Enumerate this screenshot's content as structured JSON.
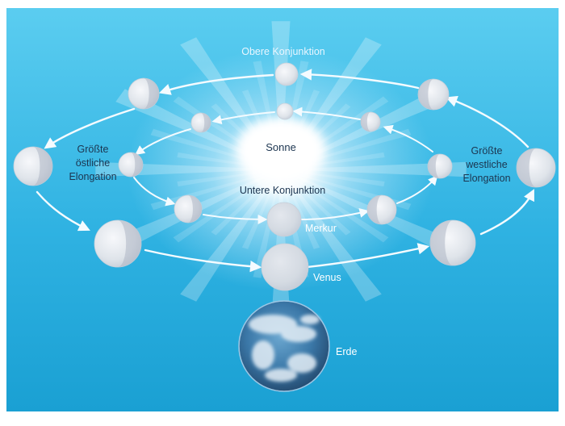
{
  "labels": {
    "obere_konjunktion": "Obere Konjunktion",
    "sonne": "Sonne",
    "untere_konjunktion": "Untere Konjunktion",
    "merkur": "Merkur",
    "venus": "Venus",
    "erde": "Erde",
    "groesste_oestliche_elongation": [
      "Größte",
      "östliche",
      "Elongation"
    ],
    "groesste_westliche_elongation": [
      "Größte",
      "westliche",
      "Elongation"
    ]
  },
  "colors": {
    "sky_light": "#4cc3ea",
    "sky_dark": "#1aa3d6",
    "glow": "#ffffff",
    "orbit_arrow": "#f4fbff",
    "planet": "#e6ebf1",
    "planet_shadow": "#aeb7c4",
    "earth_ocean": "#3b78a8",
    "earth_cloud": "#e4eef6"
  },
  "icons": [
    "sun-glow",
    "planet-phase",
    "earth-globe",
    "orbit-arrow"
  ]
}
